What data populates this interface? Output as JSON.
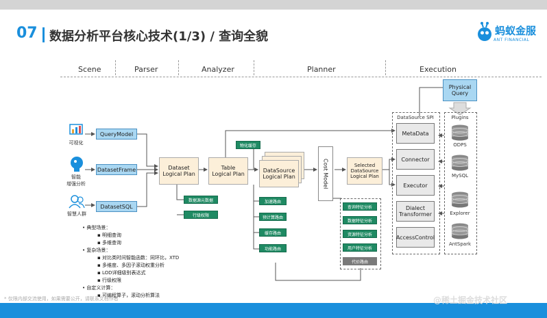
{
  "header": {
    "number": "07",
    "title": "数据分析平台核心技术(1/3) / 查询全貌",
    "brand": "蚂蚁金服",
    "brand_en": "ANT FINANCIAL"
  },
  "stages": [
    "Scene",
    "Parser",
    "Analyzer",
    "Planner",
    "Execution"
  ],
  "scene": {
    "items": [
      "可视化",
      "智能\n增强分析",
      "智慧人群"
    ]
  },
  "parser": {
    "items": [
      "QueryModel",
      "DatasetFrame",
      "DatasetSQL"
    ]
  },
  "analyzer": {
    "dataset": "Dataset\nLogical Plan",
    "table": "Table\nLogical Plan",
    "datasource": "DataSource\nLogical Plan",
    "green_top": "物化缓存",
    "green_dataset": [
      "数据源元数据",
      "行级权限"
    ],
    "green_table": [
      "加速路由",
      "预计算路由",
      "缓存路由",
      "功能路由"
    ]
  },
  "planner": {
    "cost_model": "Cost Model",
    "selected": "Selected\nDataSource\nLogical Plan",
    "analysis": [
      "查询特征分析",
      "数据特征分析",
      "资源特征分析",
      "用户特征分析",
      "代价路由"
    ]
  },
  "execution": {
    "physical": "Physical\nQuery",
    "spi_title": "DataSource SPI",
    "spi_items": [
      "MetaData",
      "Connector",
      "Executor",
      "Dialect\nTransformer",
      "AccessControl"
    ],
    "plugins_title": "Plugins",
    "plugins": [
      "ODPS",
      "MySQL",
      "Explorer",
      "AntSpark"
    ]
  },
  "notes": [
    {
      "level": 1,
      "text": "• 典型场景："
    },
    {
      "level": 2,
      "text": "▪ 明细查询"
    },
    {
      "level": 2,
      "text": "▪ 多维查询"
    },
    {
      "level": 1,
      "text": "• 复杂场景："
    },
    {
      "level": 2,
      "text": "▪ 对比类时间智能函数：同环比，XTD"
    },
    {
      "level": 2,
      "text": "▪ 多维度、多因子滚动权重分析"
    },
    {
      "level": 2,
      "text": "▪ LOD详细级别表达式"
    },
    {
      "level": 2,
      "text": "▪ 行级权限"
    },
    {
      "level": 1,
      "text": "• 自定义计算："
    },
    {
      "level": 2,
      "text": "▪ 可编程算子，滚动分析算法"
    }
  ],
  "footer": "* 仅限内部交流使用，如果需要公开，请联系文档作者",
  "watermark": "@稀土掘金技术社区"
}
